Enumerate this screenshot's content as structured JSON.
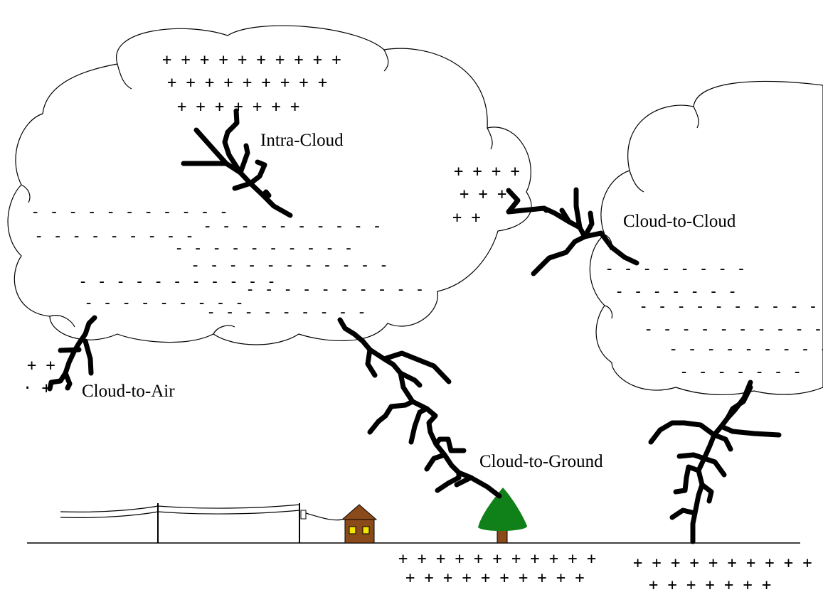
{
  "labels": {
    "intra_cloud": "Intra-Cloud",
    "cloud_to_cloud": "Cloud-to-Cloud",
    "cloud_to_air": "Cloud-to-Air",
    "cloud_to_ground": "Cloud-to-Ground"
  },
  "charges": {
    "cloud1_top": [
      "+ + + + + + + + + +",
      "+ + + + + + + + +",
      "+ + + + + + +"
    ],
    "cloud1_right": [
      "+ + + +",
      "+ + +",
      "+ +"
    ],
    "cloud1_bottom": [
      "- - - - - - - - - - -",
      "- - - - - - - - - -",
      "- - - - - - - - -",
      "- - - - - - - - - -",
      "- - - - - - - - - - -",
      "- - - - - - - - - - -",
      "- - - - - - - - - -",
      "- - - - - - - - -",
      "- - - - - - - - -"
    ],
    "cloud2_bottom": [
      "- - - - - - - -",
      "- - - - - - -",
      "- - - - - - - - - - - -",
      "- - - - - - - - - -",
      "- - - - - - - - -",
      "- - - - - - -"
    ],
    "air": [
      "+ +",
      "· +"
    ],
    "ground_left": [
      "+ + + + + + + + + + +",
      "+ + + + + + + + + +"
    ],
    "ground_right": [
      "+ + + + + + + + + +",
      "+ + + + + + +"
    ]
  },
  "colors": {
    "tree": "#108018",
    "trunk": "#8a4a1a",
    "house": "#8a4a1a",
    "window": "#f2e600",
    "bolt": "#000000"
  }
}
